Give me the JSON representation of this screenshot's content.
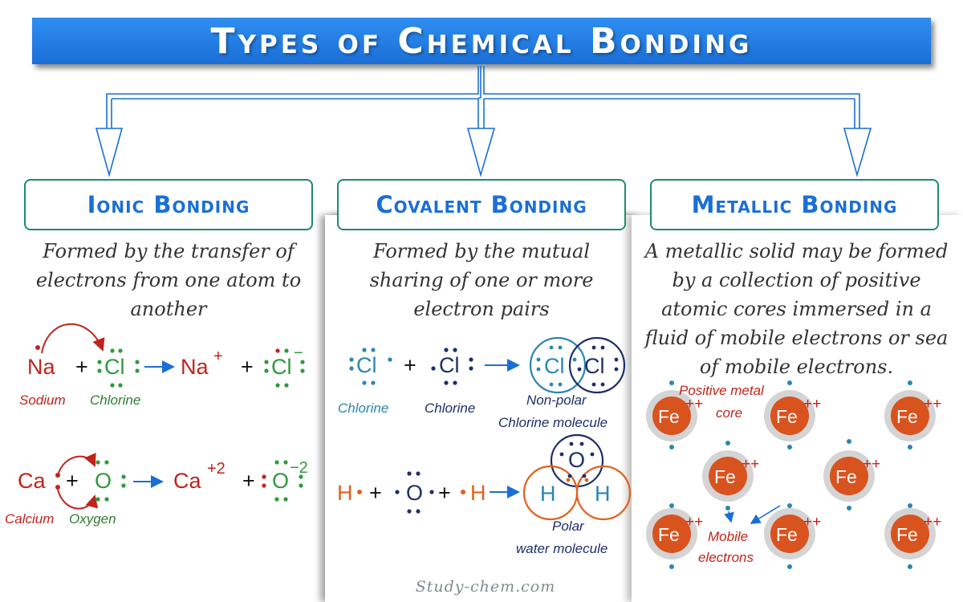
{
  "title": "Types of Chemical Bonding",
  "columns": {
    "ionic": {
      "heading": "Ionic Bonding",
      "description": "Formed by the transfer of electrons from one atom to another",
      "eq1": {
        "na": "Na",
        "cl": "Cl",
        "na_ion": "Na",
        "na_charge": "+",
        "cl_ion": "Cl",
        "cl_charge": "−",
        "plus": "+"
      },
      "eq1_labels": {
        "sodium": "Sodium",
        "chlorine": "Chlorine"
      },
      "eq2": {
        "ca": "Ca",
        "o": "O",
        "ca_ion": "Ca",
        "ca_charge": "+2",
        "o_ion": "O",
        "o_charge": "−2",
        "plus": "+"
      },
      "eq2_labels": {
        "calcium": "Calcium",
        "oxygen": "Oxygen"
      }
    },
    "covalent": {
      "heading": "Covalent Bonding",
      "description": "Formed by the mutual sharing of one or more electron pairs",
      "eq1": {
        "cl_a": "Cl",
        "cl_b": "Cl",
        "plus": "+",
        "prod_a": "Cl",
        "prod_b": "Cl"
      },
      "eq1_labels": {
        "chlorine_a": "Chlorine",
        "chlorine_b": "Chlorine",
        "product_line1": "Non-polar",
        "product_line2": "Chlorine molecule"
      },
      "eq2": {
        "h_a": "H",
        "o": "O",
        "h_b": "H",
        "plus": "+",
        "prod_o": "O",
        "prod_h_a": "H",
        "prod_h_b": "H"
      },
      "eq2_labels": {
        "product_line1": "Polar",
        "product_line2": "water molecule"
      }
    },
    "metallic": {
      "heading": "Metallic Bonding",
      "description": "A metallic solid may be formed by a collection of positive atomic cores immersed in a fluid of mobile electrons or sea of mobile electrons.",
      "core_symbol": "Fe",
      "core_charge": "++",
      "label_core_line1": "Positive metal",
      "label_core_line2": "core",
      "label_electrons_line1": "Mobile",
      "label_electrons_line2": "electrons"
    }
  },
  "watermark": "Study-chem.com",
  "colors": {
    "banner": "#1a6fd6",
    "heading_text": "#1a6fd6",
    "heading_border": "#1d8a6f",
    "sodium_red": "#c0241b",
    "chlorine_green": "#2e9a3b",
    "cl_blue_light": "#2a86b5",
    "navy": "#1c2f6b",
    "orange": "#e3611c",
    "fe_core": "#d9531e",
    "arrow_blue": "#1a6fd6"
  }
}
